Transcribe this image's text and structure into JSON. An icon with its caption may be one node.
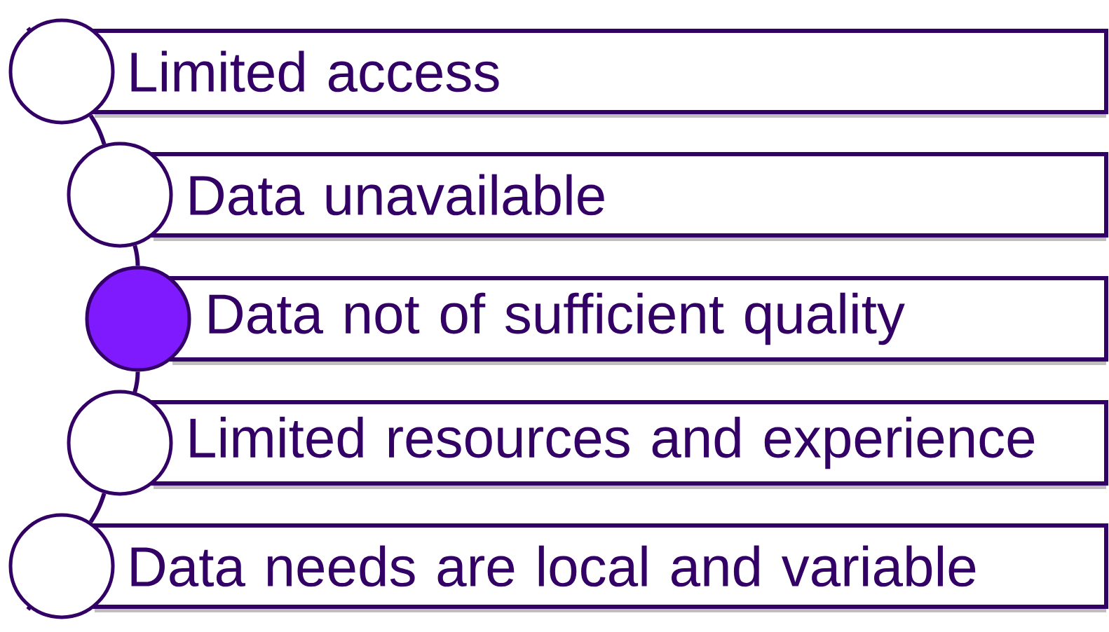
{
  "diagram": {
    "nodes": [
      {
        "text": [
          "Limited access"
        ]
      },
      {
        "text": [],
        "shape": "circle"
      },
      {
        "text": [
          "Data unavailable"
        ]
      },
      {
        "text": [],
        "shape": "circle"
      },
      {
        "text": [
          "Data not of sufficient quality"
        ]
      },
      {
        "text": [],
        "shape": "circle"
      },
      {
        "text": [
          "Limited resources and experience"
        ]
      },
      {
        "text": [],
        "shape": "circle"
      },
      {
        "text": [
          "Data needs are local and variable"
        ]
      },
      {
        "text": [],
        "shape": "circle"
      }
    ],
    "edges": [
      {
        "from": 1,
        "to": 3,
        "arrow": "none"
      },
      {
        "from": 3,
        "to": 5,
        "arrow": "none"
      },
      {
        "from": 5,
        "to": 7,
        "arrow": "none"
      },
      {
        "from": 7,
        "to": 9,
        "arrow": "none"
      }
    ]
  }
}
